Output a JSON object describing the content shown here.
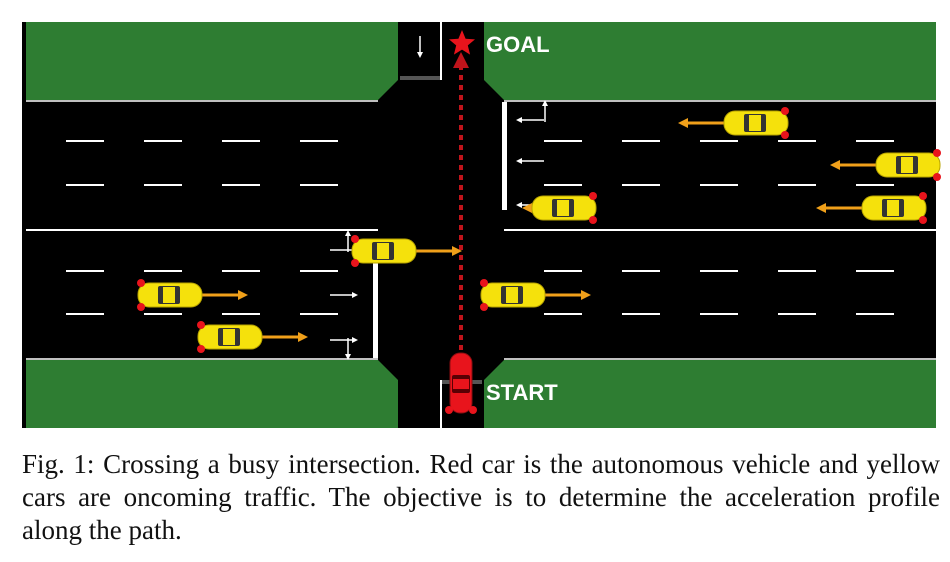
{
  "figure": {
    "goal_label": "GOAL",
    "start_label": "START",
    "colors": {
      "grass": "#2e7d32",
      "road": "#000000",
      "autonomous_car": "#e8141c",
      "traffic_car": "#f5e10c",
      "path": "#c0141b",
      "arrow": "#f0a01a",
      "marker": "#ffffff"
    },
    "icons": [
      "star-icon",
      "lane-arrow-icon",
      "car-icon"
    ]
  },
  "caption": {
    "text": "Fig. 1: Crossing a busy intersection. Red car is the autonomous vehicle and yellow cars are oncoming traffic. The objective is to determine the acceleration profile along the path."
  }
}
